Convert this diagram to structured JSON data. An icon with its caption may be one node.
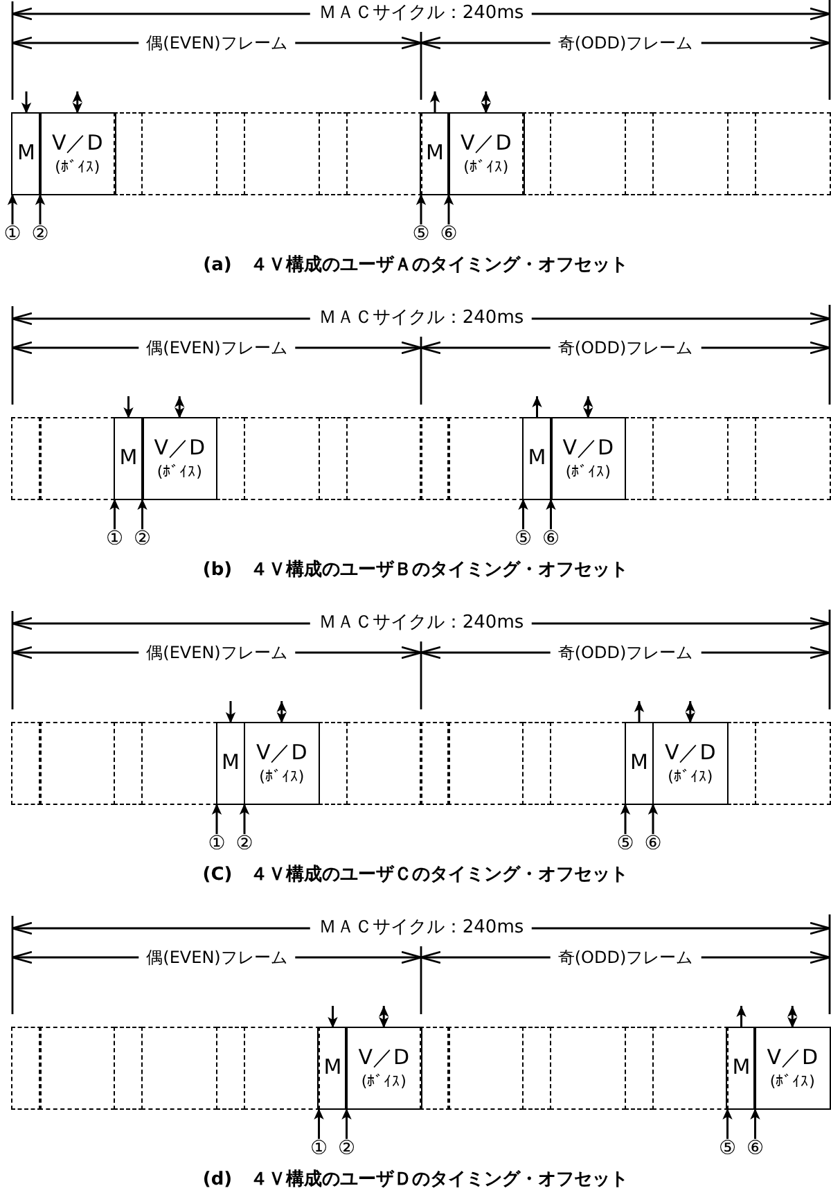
{
  "diagram": {
    "nodes": [
      {
        "text": [
          "M"
        ]
      },
      {
        "text": [
          "V／D",
          "(ﾎﾞｲｽ)"
        ]
      },
      {
        "text": [],
        "shape": "box"
      },
      {
        "text": [],
        "shape": "box"
      },
      {
        "text": [],
        "shape": "box"
      },
      {
        "text": [],
        "shape": "box"
      },
      {
        "text": [],
        "shape": "box"
      },
      {
        "text": [],
        "shape": "box"
      },
      {
        "text": [
          "M"
        ]
      },
      {
        "text": [
          "V／D",
          "(ﾎﾞｲｽ)"
        ]
      },
      {
        "text": [],
        "shape": "box"
      },
      {
        "text": [],
        "shape": "box"
      },
      {
        "text": [],
        "shape": "box"
      },
      {
        "text": [],
        "shape": "box"
      },
      {
        "text": [],
        "shape": "box"
      },
      {
        "text": [],
        "shape": "box"
      },
      {
        "text": [
          "①"
        ]
      },
      {
        "text": [
          "②"
        ]
      },
      {
        "text": [
          "⑤"
        ]
      },
      {
        "text": [
          "⑥"
        ]
      },
      {
        "text": [],
        "shape": "box"
      },
      {
        "text": [],
        "shape": "box"
      },
      {
        "text": [
          "M"
        ]
      },
      {
        "text": [
          "V／D",
          "(ﾎﾞｲｽ)"
        ]
      },
      {
        "text": [],
        "shape": "box"
      },
      {
        "text": [],
        "shape": "box"
      },
      {
        "text": [],
        "shape": "box"
      },
      {
        "text": [],
        "shape": "box"
      },
      {
        "text": [],
        "shape": "box"
      },
      {
        "text": [],
        "shape": "box"
      },
      {
        "text": [
          "M"
        ]
      },
      {
        "text": [
          "V／D",
          "(ﾎﾞｲｽ)"
        ]
      },
      {
        "text": [],
        "shape": "box"
      },
      {
        "text": [],
        "shape": "box"
      },
      {
        "text": [],
        "shape": "box"
      },
      {
        "text": [],
        "shape": "box"
      },
      {
        "text": [
          "①"
        ]
      },
      {
        "text": [
          "②"
        ]
      },
      {
        "text": [
          "⑤"
        ]
      },
      {
        "text": [
          "⑥"
        ]
      },
      {
        "text": [],
        "shape": "box"
      },
      {
        "text": [],
        "shape": "box"
      },
      {
        "text": [],
        "shape": "box"
      },
      {
        "text": [],
        "shape": "box"
      },
      {
        "text": [
          "M"
        ]
      },
      {
        "text": [
          "V／D",
          "(ﾎﾞｲｽ)"
        ]
      },
      {
        "text": [],
        "shape": "box"
      },
      {
        "text": [],
        "shape": "box"
      },
      {
        "text": [],
        "shape": "box"
      },
      {
        "text": [],
        "shape": "box"
      },
      {
        "text": [],
        "shape": "box"
      },
      {
        "text": [],
        "shape": "box"
      },
      {
        "text": [
          "M"
        ]
      },
      {
        "text": [
          "V／D",
          "(ﾎﾞｲｽ)"
        ]
      },
      {
        "text": [],
        "shape": "box"
      },
      {
        "text": [],
        "shape": "box"
      },
      {
        "text": [
          "①"
        ]
      },
      {
        "text": [
          "②"
        ]
      },
      {
        "text": [
          "⑤"
        ]
      },
      {
        "text": [
          "⑥"
        ]
      },
      {
        "text": [],
        "shape": "box"
      },
      {
        "text": [],
        "shape": "box"
      },
      {
        "text": [],
        "shape": "box"
      },
      {
        "text": [],
        "shape": "box"
      },
      {
        "text": [],
        "shape": "box"
      },
      {
        "text": [],
        "shape": "box"
      },
      {
        "text": [
          "M"
        ]
      },
      {
        "text": [
          "V／D",
          "(ﾎﾞｲｽ)"
        ]
      },
      {
        "text": [],
        "shape": "box"
      },
      {
        "text": [],
        "shape": "box"
      },
      {
        "text": [],
        "shape": "box"
      },
      {
        "text": [],
        "shape": "box"
      },
      {
        "text": [],
        "shape": "box"
      },
      {
        "text": [],
        "shape": "box"
      },
      {
        "text": [
          "M"
        ]
      },
      {
        "text": [
          "V／D",
          "(ﾎﾞｲｽ)"
        ]
      },
      {
        "text": [
          "①"
        ]
      },
      {
        "text": [
          "②"
        ]
      },
      {
        "text": [
          "⑤"
        ]
      },
      {
        "text": [
          "⑥"
        ]
      }
    ],
    "edges": [
      {
        "from": null,
        "to": 0,
        "arrow": "to"
      },
      {
        "from": null,
        "to": 1,
        "arrow": "both"
      },
      {
        "from": 8,
        "to": null,
        "arrow": "to"
      },
      {
        "from": null,
        "to": 9,
        "arrow": "both"
      },
      {
        "from": 16,
        "to": 0,
        "arrow": "to"
      },
      {
        "from": 17,
        "to": 1,
        "arrow": "to"
      },
      {
        "from": 18,
        "to": 8,
        "arrow": "to"
      },
      {
        "from": 19,
        "to": 9,
        "arrow": "to"
      },
      {
        "from": null,
        "to": 22,
        "arrow": "to"
      },
      {
        "from": null,
        "to": 23,
        "arrow": "both"
      },
      {
        "from": 30,
        "to": null,
        "arrow": "to"
      },
      {
        "from": null,
        "to": 31,
        "arrow": "both"
      },
      {
        "from": 36,
        "to": 22,
        "arrow": "to"
      },
      {
        "from": 37,
        "to": 23,
        "arrow": "to"
      },
      {
        "from": 38,
        "to": 30,
        "arrow": "to"
      },
      {
        "from": 39,
        "to": 31,
        "arrow": "to"
      },
      {
        "from": null,
        "to": 44,
        "arrow": "to"
      },
      {
        "from": null,
        "to": 45,
        "arrow": "both"
      },
      {
        "from": 52,
        "to": null,
        "arrow": "to"
      },
      {
        "from": null,
        "to": 53,
        "arrow": "both"
      },
      {
        "from": 56,
        "to": 44,
        "arrow": "to"
      },
      {
        "from": 57,
        "to": 45,
        "arrow": "to"
      },
      {
        "from": 58,
        "to": 52,
        "arrow": "to"
      },
      {
        "from": 59,
        "to": 53,
        "arrow": "to"
      },
      {
        "from": null,
        "to": 66,
        "arrow": "to"
      },
      {
        "from": null,
        "to": 67,
        "arrow": "both"
      },
      {
        "from": 74,
        "to": null,
        "arrow": "to"
      },
      {
        "from": null,
        "to": 75,
        "arrow": "both"
      },
      {
        "from": 76,
        "to": 66,
        "arrow": "to"
      },
      {
        "from": 77,
        "to": 67,
        "arrow": "to"
      },
      {
        "from": 78,
        "to": 74,
        "arrow": "to"
      },
      {
        "from": 79,
        "to": 75,
        "arrow": "to"
      }
    ],
    "labels": [
      "ＭＡＣサイクル：240ms",
      "偶(EVEN)フレーム",
      "奇(ODD)フレーム",
      "(a)　４Ｖ構成のユーザＡのタイミング・オフセット",
      "ＭＡＣサイクル：240ms",
      "偶(EVEN)フレーム",
      "奇(ODD)フレーム",
      "(b)　４Ｖ構成のユーザＢのタイミング・オフセット",
      "ＭＡＣサイクル：240ms",
      "偶(EVEN)フレーム",
      "奇(ODD)フレーム",
      "(C)　４Ｖ構成のユーザＣのタイミング・オフセット",
      "ＭＡＣサイクル：240ms",
      "偶(EVEN)フレーム",
      "奇(ODD)フレーム",
      "(d)　４Ｖ構成のユーザＤのタイミング・オフセット"
    ]
  }
}
